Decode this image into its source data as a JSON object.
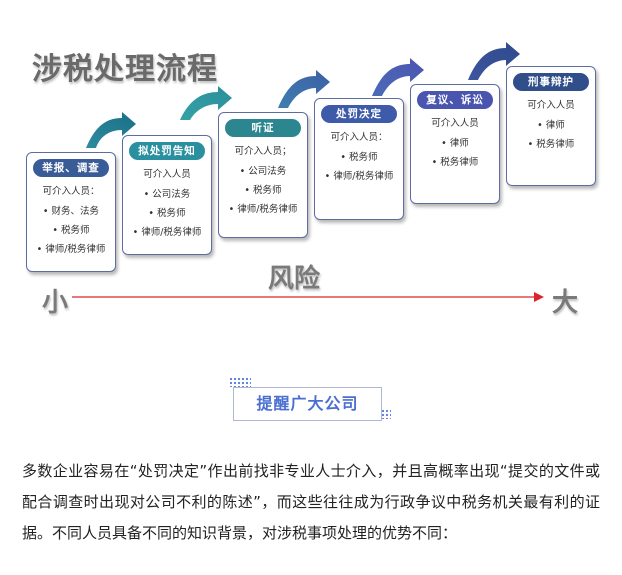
{
  "title": "涉税处理流程",
  "stages": [
    {
      "label": "举报、调查",
      "lead": "可介入人员：",
      "items": [
        "财务、法务",
        "税务师",
        "律师/税务律师"
      ],
      "color": "#3a5c96"
    },
    {
      "label": "拟处罚告知",
      "lead": "可介入人员",
      "items": [
        "公司法务",
        "税务师",
        "律师/税务律师"
      ],
      "color": "#2a8f9f"
    },
    {
      "label": "听证",
      "lead": "可介入人员；",
      "items": [
        "公司法务",
        "税务师",
        "律师/税务律师"
      ],
      "color": "#2c8690"
    },
    {
      "label": "处罚决定",
      "lead": "可介入人员：",
      "items": [
        "税务师",
        "律师/税务律师"
      ],
      "color": "#3d5ba8"
    },
    {
      "label": "复议、诉讼",
      "lead": "可介入人员",
      "items": [
        "律师",
        "税务律师"
      ],
      "color": "#4a55b0"
    },
    {
      "label": "刑事辩护",
      "lead": "可介入人员",
      "items": [
        "律师",
        "税务律师"
      ],
      "color": "#2f4e8a"
    }
  ],
  "risk": {
    "label": "风险",
    "low": "小",
    "high": "大",
    "arrow_color": "#d9262a"
  },
  "reminder": "提醒广大公司",
  "paragraph": "多数企业容易在“处罚决定”作出前找非专业人士介入，并且高概率出现“提交的文件或配合调查时出现对公司不利的陈述”，而这些往往成为行政争议中税务机关最有利的证据。不同人员具备不同的知识背景，对涉税事项处理的优势不同：",
  "accent": {
    "dots": "#5b7fe0",
    "remind_text": "#4a6fd1"
  }
}
